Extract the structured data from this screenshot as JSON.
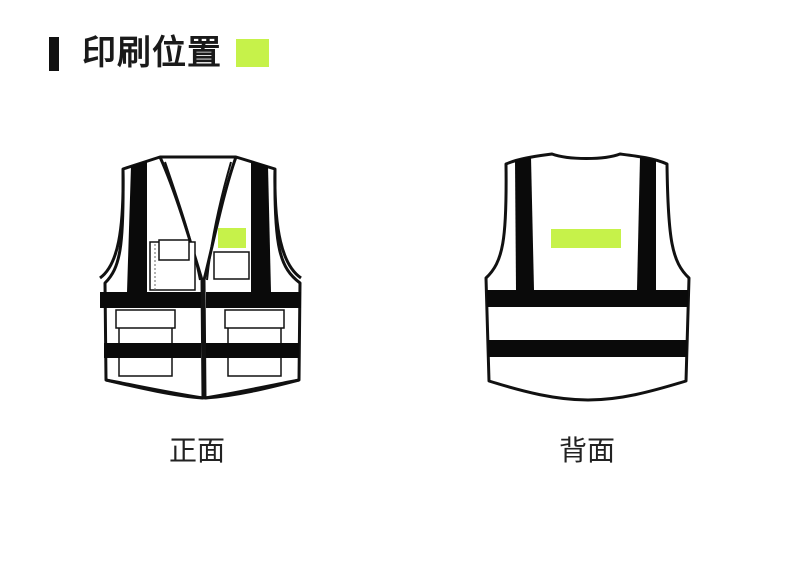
{
  "header": {
    "title": "印刷位置"
  },
  "colors": {
    "print_area": "#c6f24a",
    "outline": "#111111",
    "reflective_band": "#0a0a0a"
  },
  "views": {
    "front_label": "正面",
    "back_label": "背面"
  }
}
